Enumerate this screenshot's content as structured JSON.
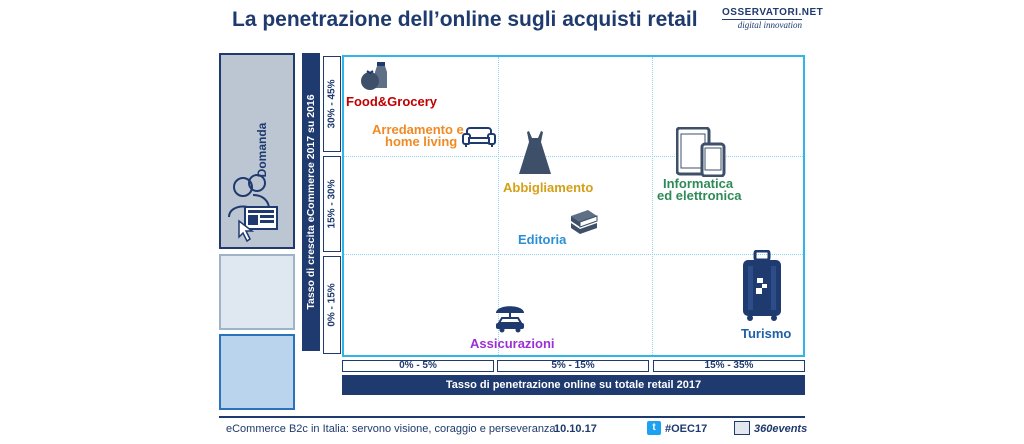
{
  "header": {
    "title": "La penetrazione dell’online sugli acquisti retail",
    "brand_line1": "OSSERVATORI.NET",
    "brand_line2": "digital innovation"
  },
  "left_panel": {
    "label": "Domanda"
  },
  "y_axis": {
    "label": "Tasso di crescita eCommerce 2017 su 2016",
    "bands": [
      "30% - 45%",
      "15% - 30%",
      "0% - 15%"
    ]
  },
  "x_axis": {
    "label": "Tasso di penetrazione online su totale retail 2017",
    "bands": [
      "0% - 5%",
      "5% - 15%",
      "15% - 35%"
    ]
  },
  "sectors": {
    "food": "Food&Grocery",
    "arredamento_1": "Arredamento e",
    "arredamento_2": "home living",
    "abbigliamento": "Abbigliamento",
    "informatica_1": "Informatica",
    "informatica_2": "ed elettronica",
    "editoria": "Editoria",
    "turismo": "Turismo",
    "assicurazioni": "Assicurazioni"
  },
  "colors": {
    "navy": "#1f3a6e",
    "grid_border": "#2eb6e8",
    "food": "#c00000",
    "arredamento": "#f08a24",
    "abbigliamento": "#d4a017",
    "informatica": "#2e8b57",
    "editoria": "#2b8fd6",
    "turismo": "#1f5fa8",
    "assicurazioni": "#9b30d9"
  },
  "footer": {
    "tagline": "eCommerce B2c in Italia: servono visione, coraggio e perseveranza!",
    "date": "10.10.17",
    "hashtag": "#OEC17",
    "events": "360events"
  }
}
